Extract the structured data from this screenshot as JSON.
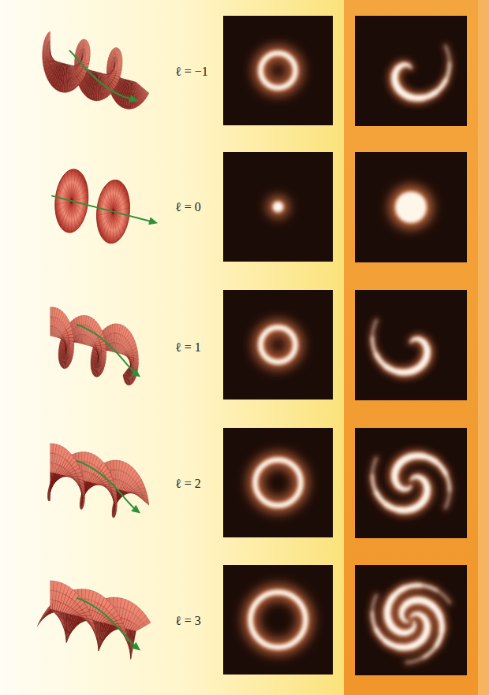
{
  "diagram": {
    "labels": [
      "ℓ = −1",
      "ℓ = 0",
      "ℓ = 1",
      "ℓ = 2",
      "ℓ = 3"
    ]
  }
}
